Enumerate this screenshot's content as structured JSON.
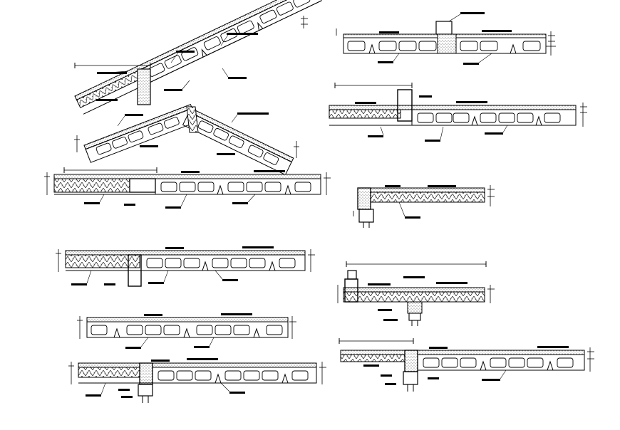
{
  "drawing": {
    "background_color": "#ffffff",
    "line_color": "#000000",
    "hatch_color": "#444444",
    "label_text_legible": false
  },
  "details": [
    {
      "id": "pitched-roof-eave",
      "kind": "sloped-slab",
      "variant": "eave-with-column"
    },
    {
      "id": "pitched-roof-ridge",
      "kind": "sloped-slab",
      "variant": "ridge"
    },
    {
      "id": "flat-slab-sunken-beam",
      "kind": "flat-slab",
      "variant": "upstand-beam-center"
    },
    {
      "id": "flat-slab-drop-beam",
      "kind": "flat-slab",
      "variant": "drop-beam-left"
    },
    {
      "id": "flat-slab-solid-to-block",
      "kind": "flat-slab",
      "variant": "solid-left-block-right"
    },
    {
      "id": "slab-corner-column",
      "kind": "flat-slab",
      "variant": "corner-support"
    },
    {
      "id": "slab-beam-hanger",
      "kind": "flat-slab",
      "variant": "beam-under-mid"
    },
    {
      "id": "slab-beam-center",
      "kind": "flat-slab",
      "variant": "drop-beam-center"
    },
    {
      "id": "slab-column-support",
      "kind": "flat-slab",
      "variant": "column-support"
    },
    {
      "id": "slab-continuous",
      "kind": "flat-slab",
      "variant": "plain"
    },
    {
      "id": "slab-beam-column",
      "kind": "flat-slab",
      "variant": "beam-with-column"
    },
    {
      "id": "slab-cantilever-beam",
      "kind": "flat-slab",
      "variant": "cantilever-with-beam"
    }
  ]
}
